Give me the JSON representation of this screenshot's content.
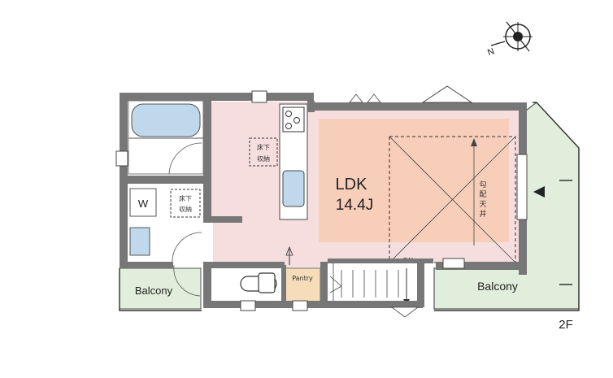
{
  "plan": {
    "ldk_label": "LDK",
    "ldk_size": "14.4J",
    "balcony_left_label": "Balcony",
    "balcony_right_label": "Balcony",
    "wc_label": "W",
    "pantry_label": "Pantry",
    "stair_dn_label": "DN",
    "sloped_ceiling_label": [
      "勾",
      "配",
      "天",
      "井"
    ],
    "underfloor_storage_kitchen": [
      "床下",
      "収納"
    ],
    "underfloor_storage_wash": [
      "床下",
      "収納"
    ],
    "floor_label": "2F",
    "compass_n": "N"
  },
  "colors": {
    "ldk_pink": "#f6dede",
    "ldk_peach": "#f7ccb6",
    "balcony_green": "#e1eedc",
    "pantry_tan": "#f6dcb8",
    "wall": "#777777",
    "fixture_blue": "#bfd8ec"
  }
}
